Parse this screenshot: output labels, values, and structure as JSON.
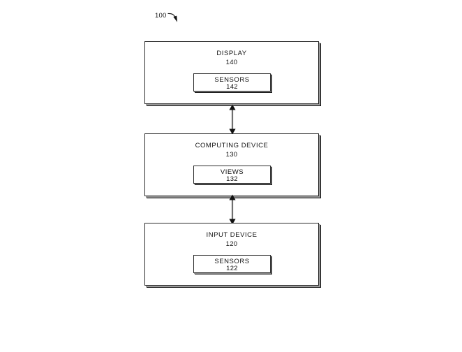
{
  "figure": {
    "reference_label": "100",
    "leader_icon": "curved-arrow-icon",
    "background_color": "#ffffff",
    "line_color": "#2c2c2c",
    "shadow_color": "#141414"
  },
  "blocks": [
    {
      "title": "DISPLAY",
      "number": "140",
      "inner": {
        "title": "SENSORS",
        "number": "142"
      }
    },
    {
      "title": "COMPUTING DEVICE",
      "number": "130",
      "inner": {
        "title": "VIEWS",
        "number": "132"
      }
    },
    {
      "title": "INPUT DEVICE",
      "number": "120",
      "inner": {
        "title": "SENSORS",
        "number": "122"
      }
    }
  ],
  "connectors": [
    {
      "icon": "double-headed-arrow-icon",
      "from": "DISPLAY",
      "to": "COMPUTING DEVICE"
    },
    {
      "icon": "double-headed-arrow-icon",
      "from": "COMPUTING DEVICE",
      "to": "INPUT DEVICE"
    }
  ]
}
